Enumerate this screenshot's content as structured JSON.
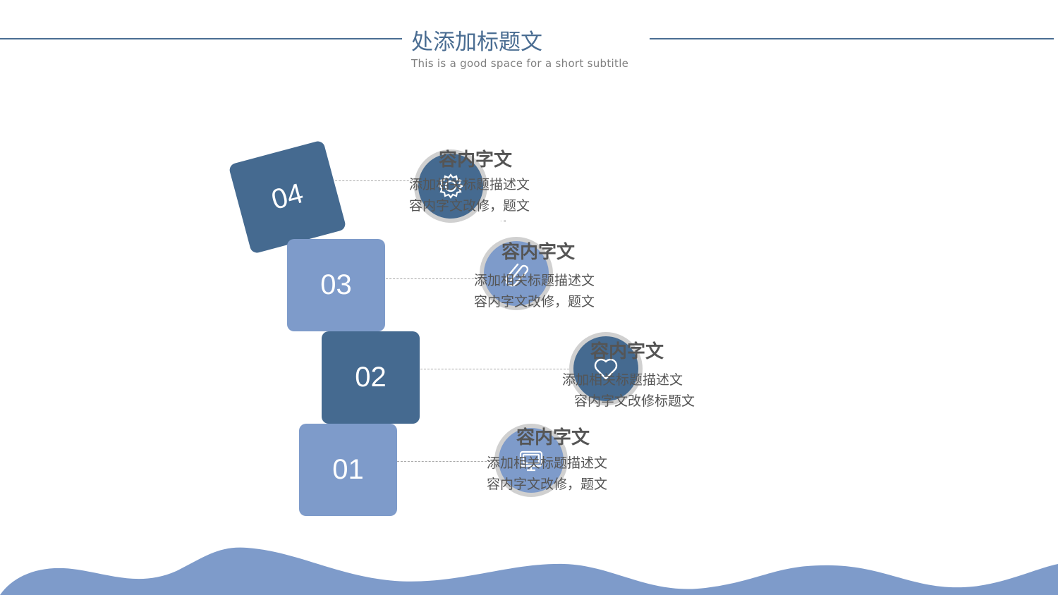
{
  "header": {
    "title": "处添加标题文",
    "subtitle": "This is a good space for a short subtitle"
  },
  "steps": [
    {
      "number": "04",
      "icon": "gear-icon",
      "title": "容内字文",
      "line1": "添加相关标题描述文",
      "line2": "容内字文改修，题文",
      "extra": ". 。"
    },
    {
      "number": "03",
      "icon": "paperclip-icon",
      "title": "容内字文",
      "line1": "添加相关标题描述文",
      "line2": "容内字文改修，题文"
    },
    {
      "number": "02",
      "icon": "heart-icon",
      "title": "容内字文",
      "line1": "添加相关标题描述文",
      "line2": "容内字文改修标题文"
    },
    {
      "number": "01",
      "icon": "monitor-icon",
      "title": "容内字文",
      "line1": "添加相关标题描述文",
      "line2": "容内字文改修，题文"
    }
  ],
  "colors": {
    "dark_blue": "#456a90",
    "light_blue": "#7e9bca",
    "ring": "#d0d0d0",
    "text": "#555555"
  }
}
